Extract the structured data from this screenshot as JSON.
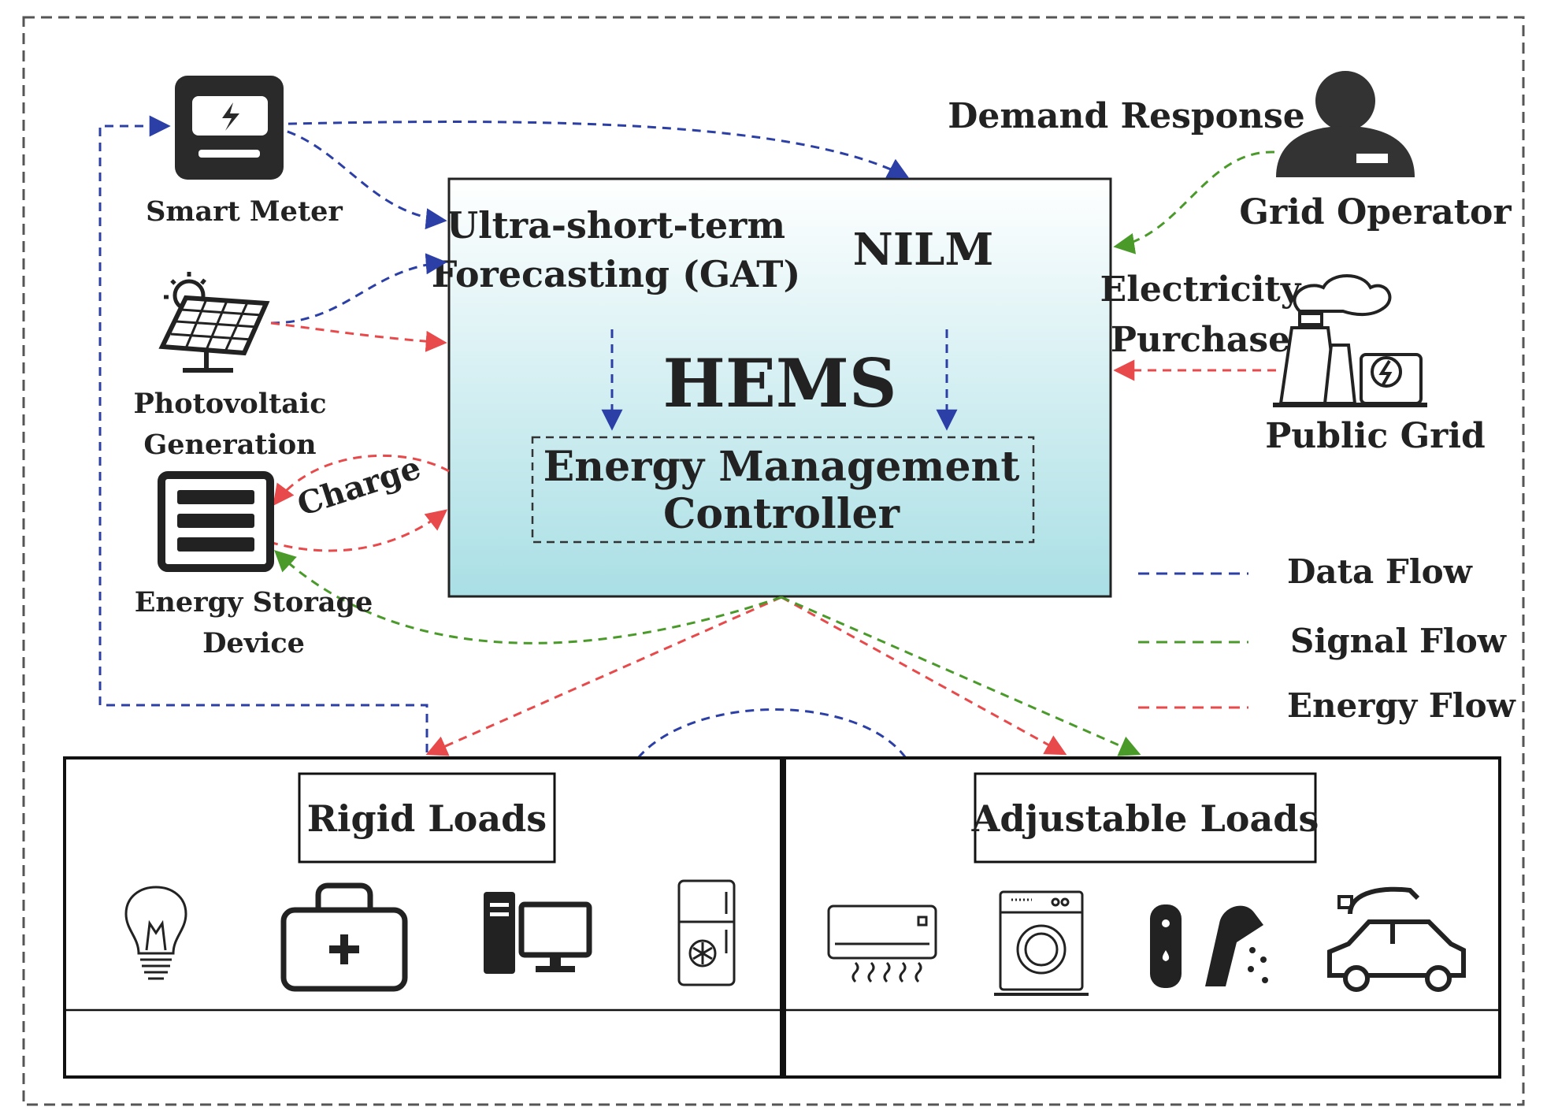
{
  "labels": {
    "smart_meter": "Smart Meter",
    "pv_line1": "Photovoltaic",
    "pv_line2": "Generation",
    "storage_line1": "Energy Storage",
    "storage_line2": "Device",
    "charge": "Charge",
    "demand_response": "Demand Response",
    "grid_operator": "Grid Operator",
    "purchase_line1": "Electricity",
    "purchase_line2": "Purchase",
    "public_grid": "Public Grid"
  },
  "hems": {
    "title": "HEMS",
    "forecast_line1": "Ultra-short-term",
    "forecast_line2": "Forecasting (GAT)",
    "nilm": "NILM",
    "controller_line1": "Energy Management",
    "controller_line2": "Controller"
  },
  "legend": [
    {
      "label": "Data Flow",
      "color": "#2b3fa6"
    },
    {
      "label": "Signal Flow",
      "color": "#4a9a2a"
    },
    {
      "label": "Energy Flow",
      "color": "#e8494a"
    }
  ],
  "loads": {
    "rigid": {
      "title": "Rigid Loads",
      "icons": [
        "light-bulb-icon",
        "medical-kit-icon",
        "computer-icon",
        "refrigerator-icon"
      ]
    },
    "adjustable": {
      "title": "Adjustable Loads",
      "icons": [
        "air-conditioner-icon",
        "washing-machine-icon",
        "water-heater-shower-icon",
        "electric-vehicle-icon"
      ]
    }
  }
}
